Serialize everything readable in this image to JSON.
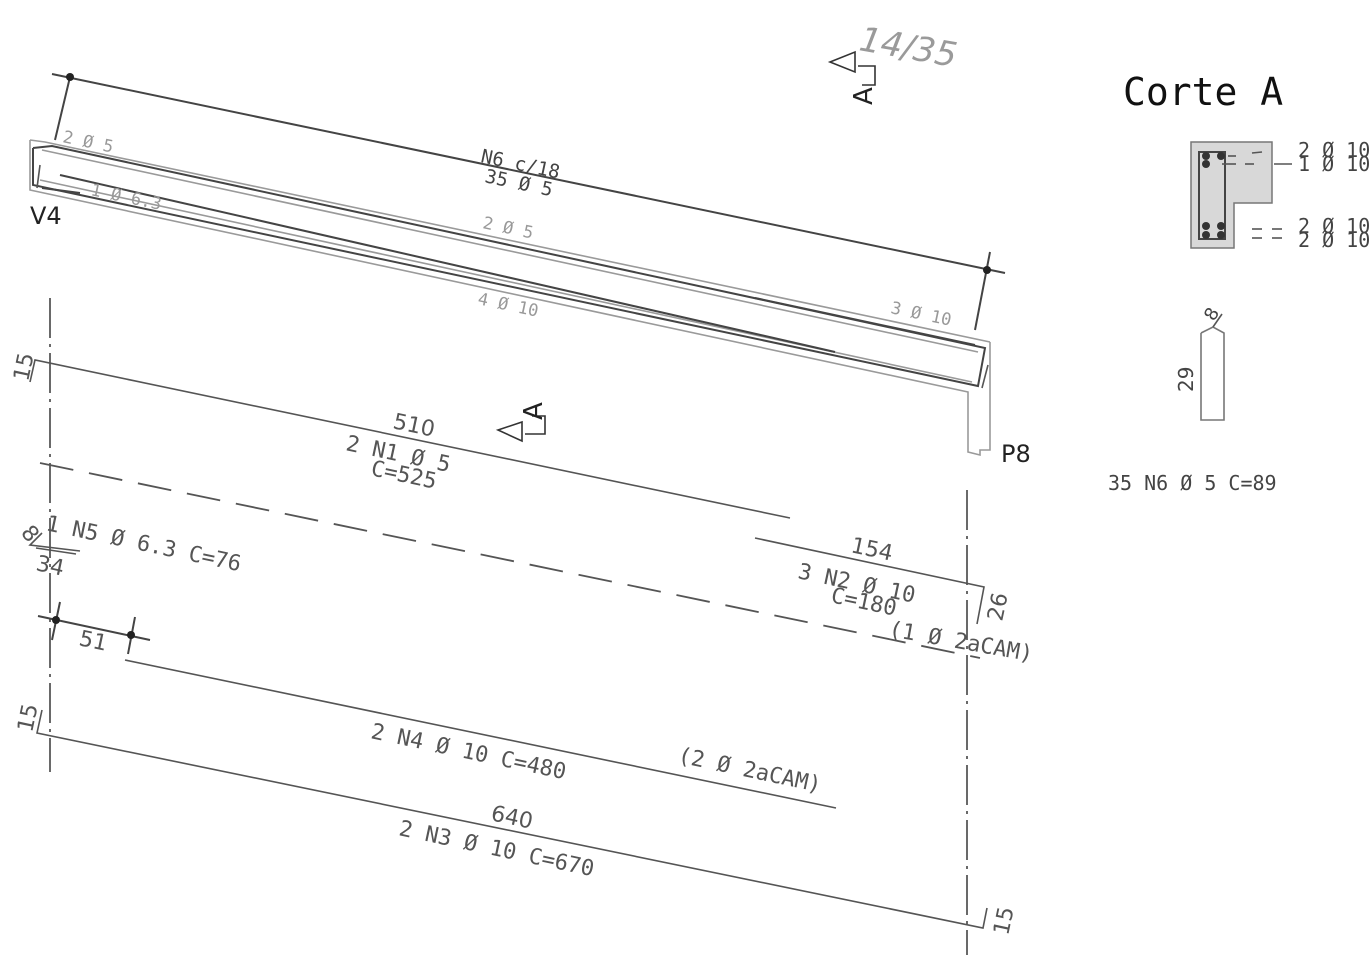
{
  "sheet": {
    "number": "14/35"
  },
  "section": {
    "title": "Corte A",
    "marker": "A"
  },
  "supports": {
    "left": "V4",
    "right": "P8"
  },
  "beam_labels": {
    "stirrups_spacing": "N6 c/18",
    "stirrups_count": "35 Ø 5",
    "top_left": "2 Ø 5",
    "mid_left": "1 Ø 6.3",
    "top_middle": "2 Ø 5",
    "bottom": "4 Ø 10",
    "top_right": "3 Ø 10"
  },
  "cross_section": {
    "bars": [
      "2 Ø 10",
      "1 Ø 10",
      "2 Ø 10",
      "2 Ø 10"
    ]
  },
  "stirrup_detail": {
    "height": "29",
    "hook": "8",
    "label": "35  N6  Ø  5  C=89"
  },
  "bars": {
    "n1": {
      "hook": "15",
      "length": "510",
      "name": "2  N1  Ø  5",
      "total": "C=525"
    },
    "n2": {
      "length": "154",
      "name": "3  N2  Ø  10",
      "total": "C=180",
      "hook": "26",
      "note": "(1  Ø  2aCAM)"
    },
    "n5": {
      "hook": "8",
      "length": "34",
      "name": "1  N5  Ø  6.3  C=76"
    },
    "n4": {
      "offset": "51",
      "name": "2  N4  Ø  10  C=480",
      "note": "(2  Ø  2aCAM)"
    },
    "n3": {
      "hook_left": "15",
      "length": "640",
      "name": "2  N3  Ø  10  C=670",
      "hook_right": "15"
    }
  }
}
